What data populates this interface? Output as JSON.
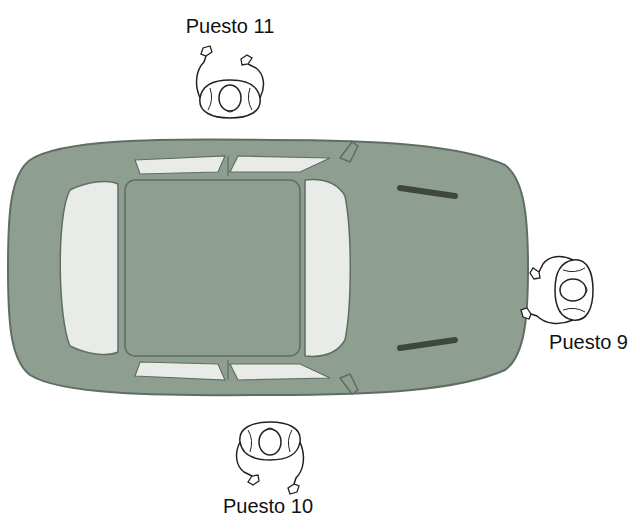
{
  "diagram": {
    "labels": [
      "Puesto 11",
      "Puesto 9",
      "Puesto 10"
    ]
  }
}
